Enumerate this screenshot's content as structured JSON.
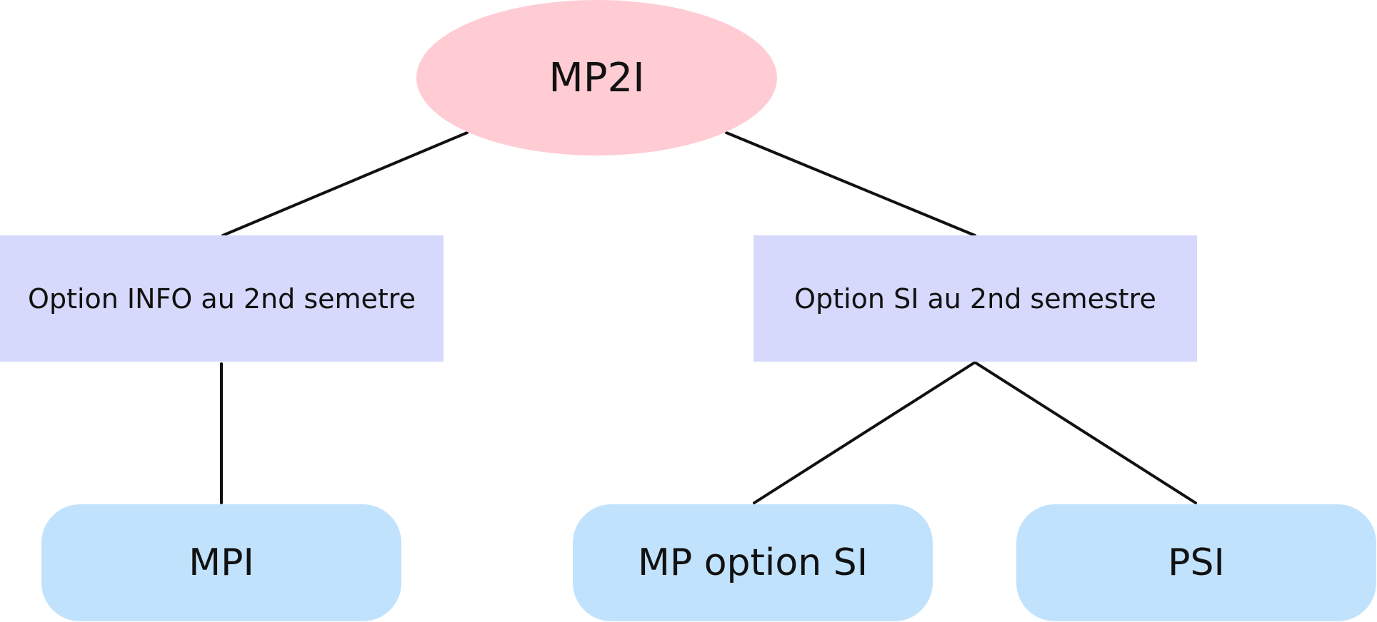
{
  "diagram": {
    "root": {
      "label": "MP2I",
      "color": "#ffccd3"
    },
    "semester_options": [
      {
        "id": "option-info",
        "label": "Option INFO au 2nd semetre",
        "color": "#d6d8fc"
      },
      {
        "id": "option-si",
        "label": "Option SI au 2nd semestre",
        "color": "#d6d8fc"
      }
    ],
    "tracks": [
      {
        "id": "mpi",
        "label": "MPI",
        "parent": "option-info",
        "color": "#c1e2fc"
      },
      {
        "id": "mp-option-si",
        "label": "MP option SI",
        "parent": "option-si",
        "color": "#c1e2fc"
      },
      {
        "id": "psi",
        "label": "PSI",
        "parent": "option-si",
        "color": "#c1e2fc"
      }
    ],
    "edges": [
      {
        "from": "MP2I",
        "to": "Option INFO au 2nd semetre"
      },
      {
        "from": "MP2I",
        "to": "Option SI au 2nd semestre"
      },
      {
        "from": "Option INFO au 2nd semetre",
        "to": "MPI"
      },
      {
        "from": "Option SI au 2nd semestre",
        "to": "MP option SI"
      },
      {
        "from": "Option SI au 2nd semestre",
        "to": "PSI"
      }
    ]
  }
}
